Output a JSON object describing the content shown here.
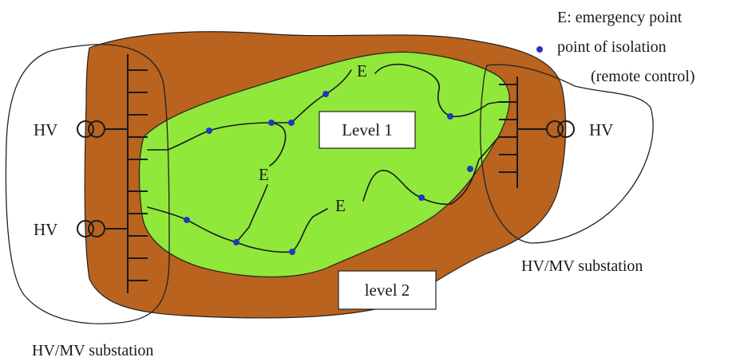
{
  "legend": {
    "emergency_point": "E: emergency point",
    "isolation_point": "point of isolation",
    "remote_control": "(remote control)"
  },
  "labels": {
    "hv_left_top": "HV",
    "hv_left_bottom": "HV",
    "hv_right": "HV",
    "substation_left": "HV/MV substation",
    "substation_right": "HV/MV substation",
    "level1": "Level 1",
    "level2": "level 2",
    "emergency_marks": [
      "E",
      "E",
      "E"
    ]
  },
  "colors": {
    "level2_fill": "#b9631e",
    "level1_fill": "#90e83a",
    "isolation_dot": "#2438b8",
    "line": "#1a1a1a"
  }
}
